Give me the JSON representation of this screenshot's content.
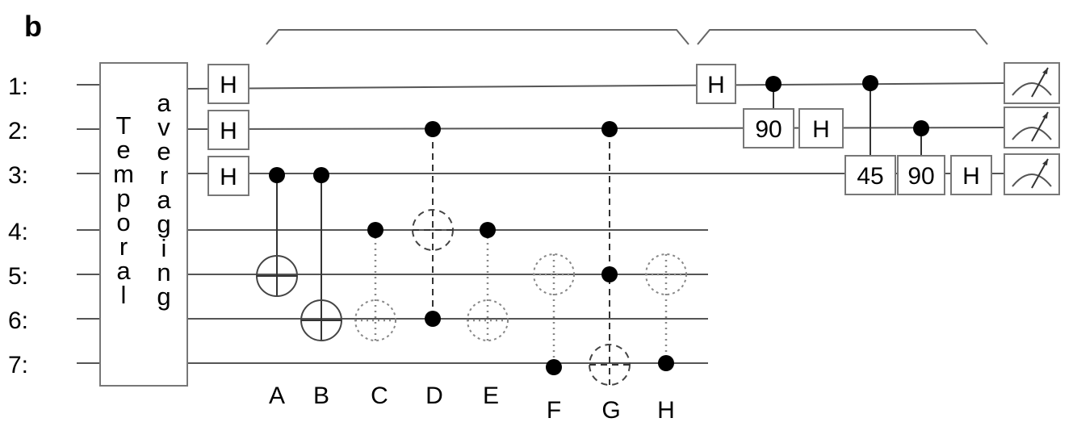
{
  "panel_label": "b",
  "qubit_labels": [
    "1:",
    "2:",
    "3:",
    "4:",
    "5:",
    "6:",
    "7:"
  ],
  "averaging_box": {
    "left_column": [
      "T",
      "e",
      "m",
      "p",
      "o",
      "r",
      "a",
      "l"
    ],
    "right_column": [
      "a",
      "v",
      "e",
      "r",
      "a",
      "g",
      "i",
      "n",
      "g"
    ]
  },
  "initial_hadamards": [
    "H",
    "H",
    "H"
  ],
  "encoding_gates": [
    "A",
    "B",
    "C",
    "D",
    "E",
    "F",
    "G",
    "H"
  ],
  "qft": {
    "h1": "H",
    "cphase_90_a": "90",
    "h2": "H",
    "cphase_45": "45",
    "cphase_90_b": "90",
    "h3": "H"
  },
  "measurement_icon": "meter-icon"
}
